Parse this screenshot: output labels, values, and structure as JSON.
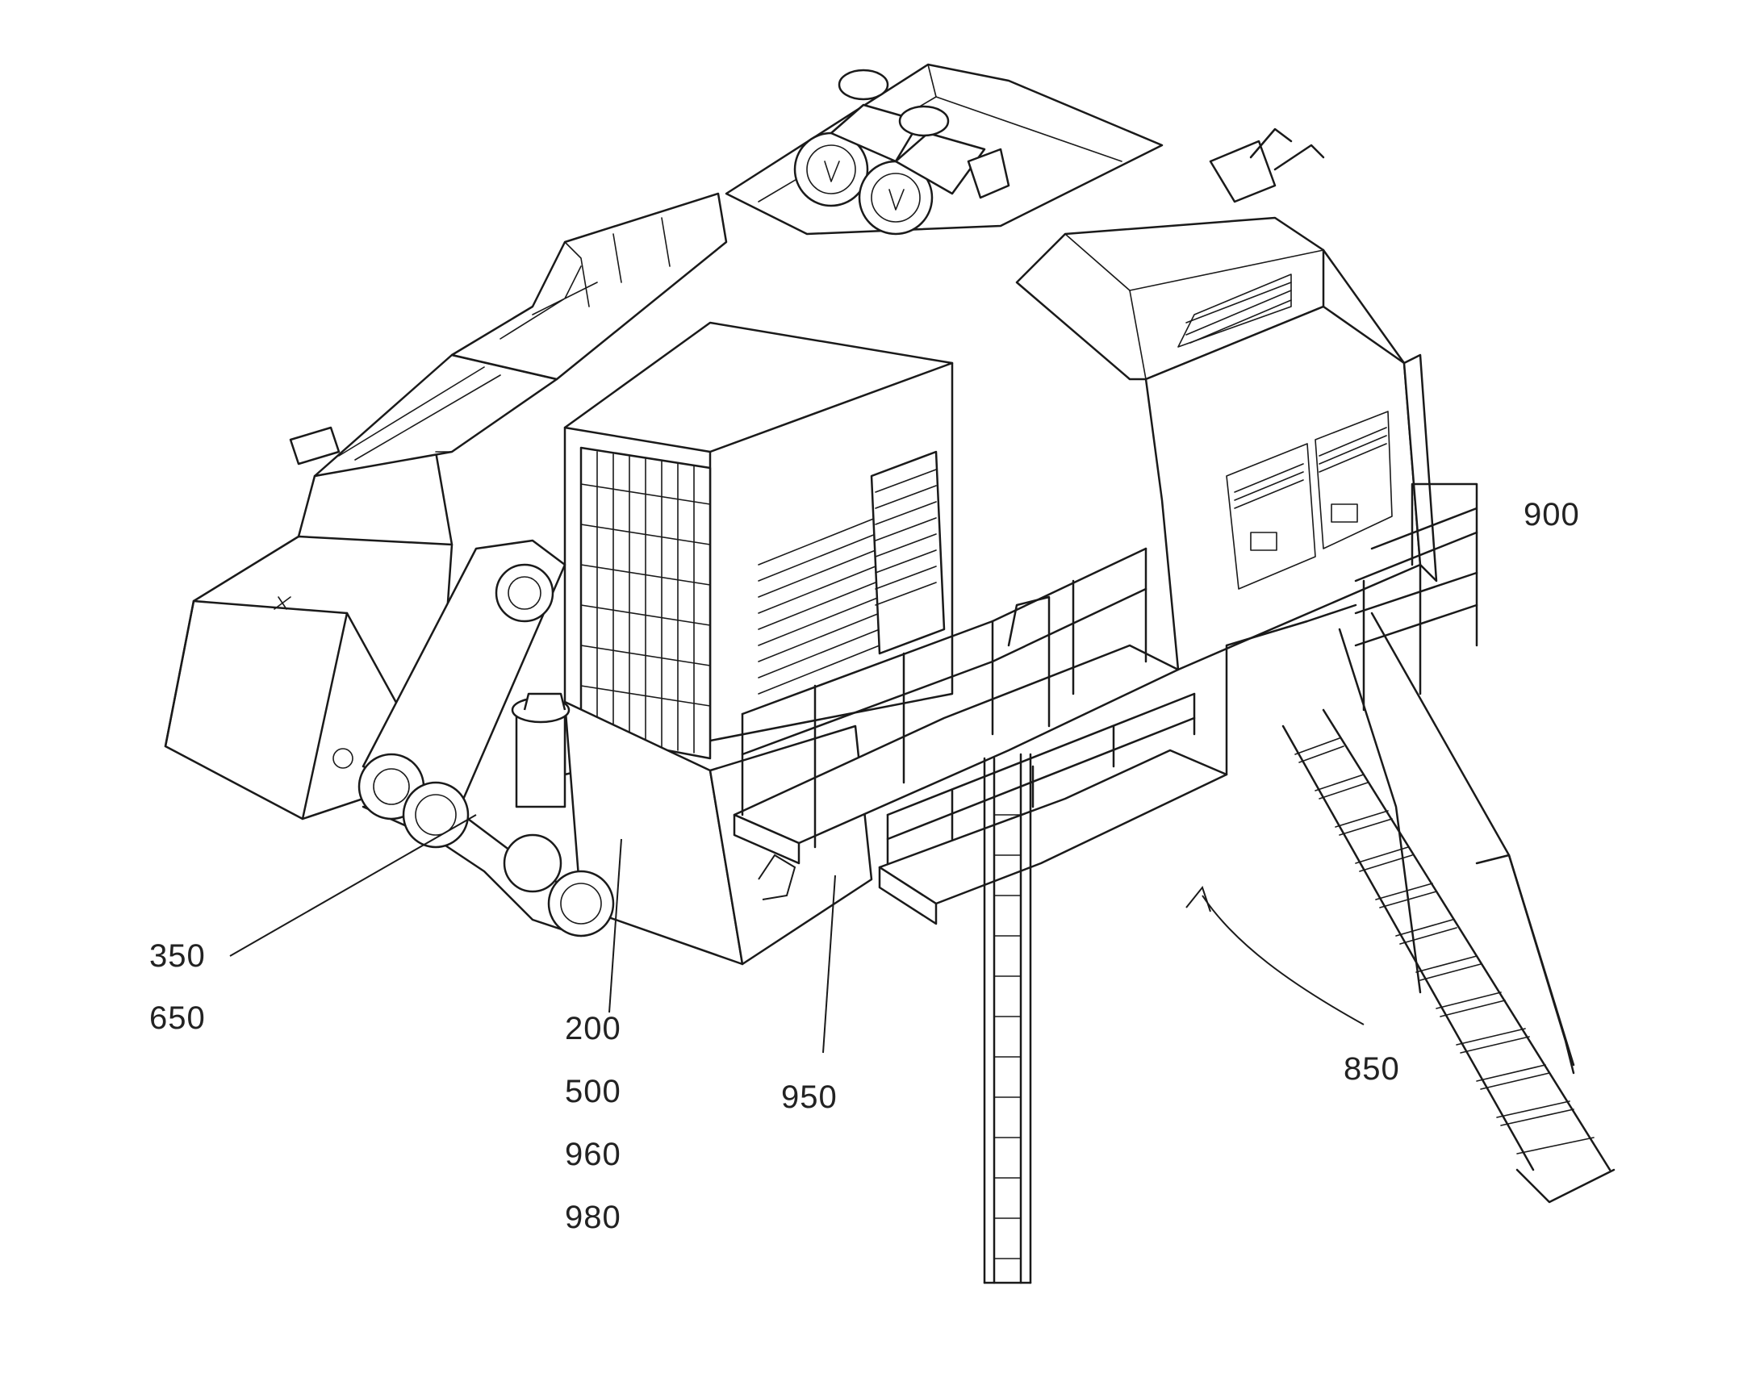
{
  "figure": {
    "reference_numerals": {
      "r350": "350",
      "r650": "650",
      "r200": "200",
      "r500": "500",
      "r960": "960",
      "r980": "980",
      "r950": "950",
      "r850": "850",
      "r900": "900"
    }
  }
}
